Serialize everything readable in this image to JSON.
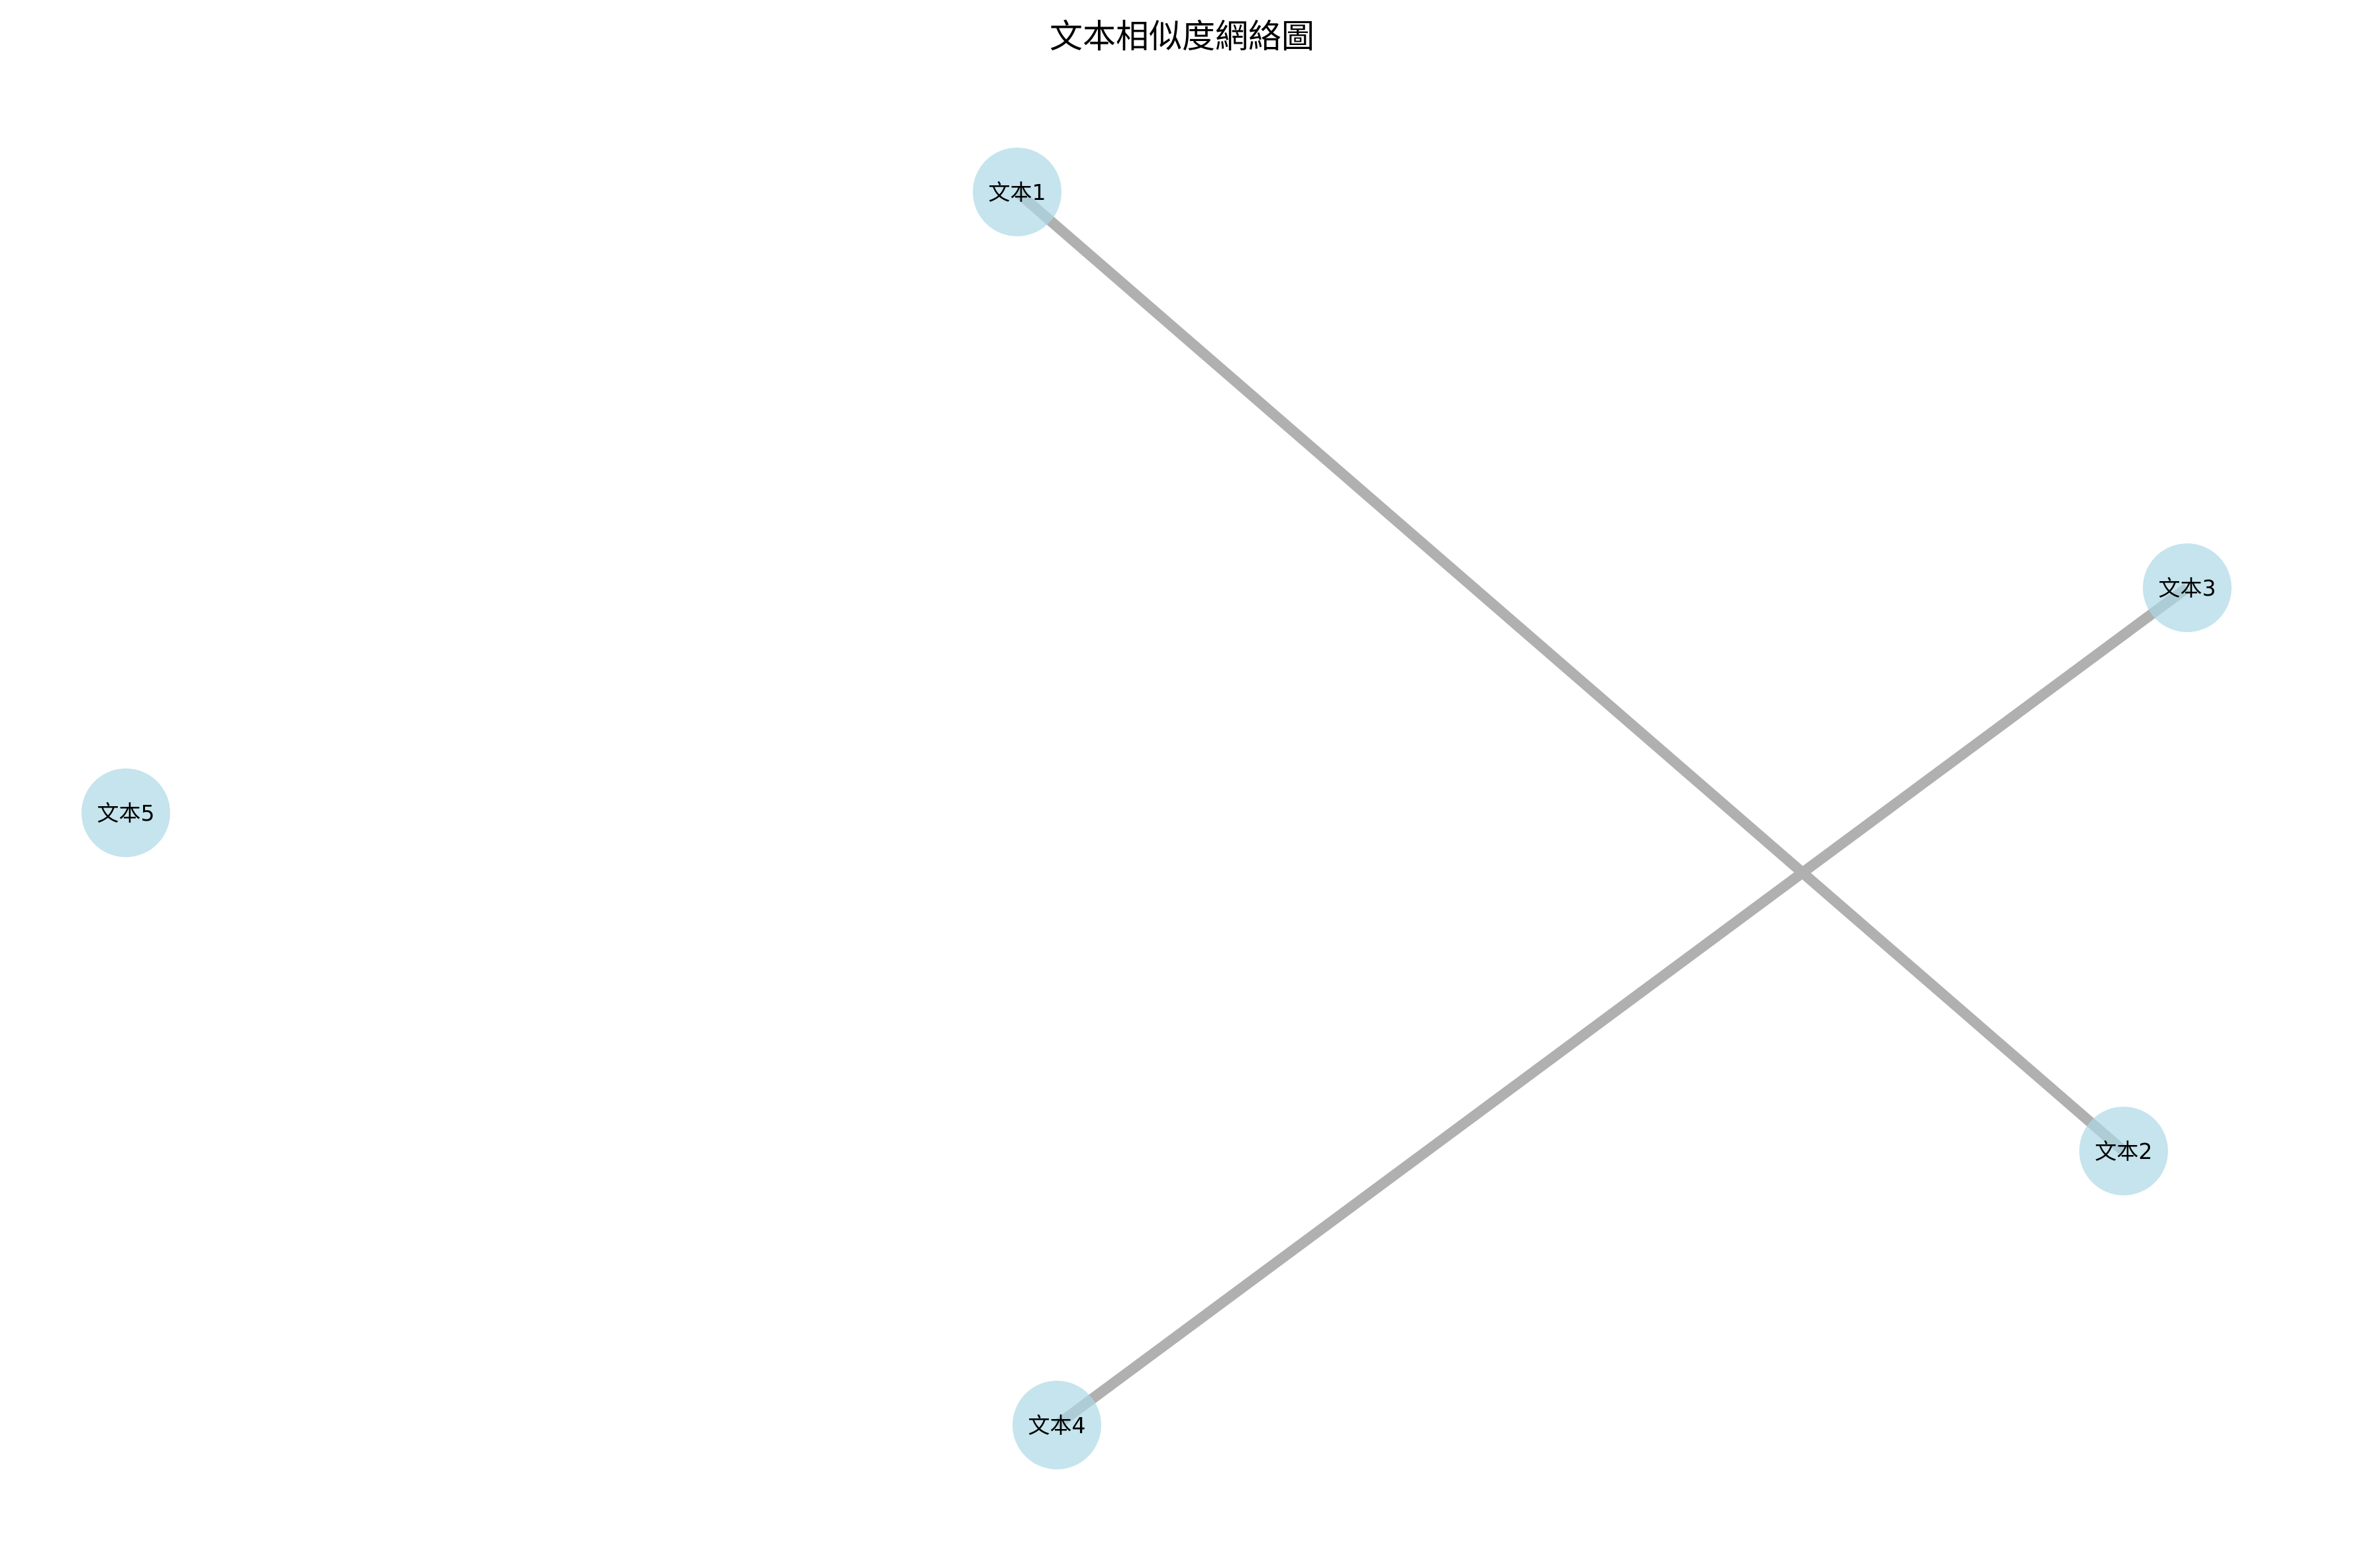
{
  "diagram": {
    "title": "文本相似度網絡圖",
    "colors": {
      "node_fill": "#add8e6",
      "node_opacity": 0.7,
      "edge_color": "#b0b0b0",
      "background": "#ffffff"
    },
    "nodes": [
      {
        "id": "n1",
        "label": "文本1"
      },
      {
        "id": "n2",
        "label": "文本2"
      },
      {
        "id": "n3",
        "label": "文本3"
      },
      {
        "id": "n4",
        "label": "文本4"
      },
      {
        "id": "n5",
        "label": "文本5"
      }
    ],
    "edges": [
      {
        "source": "n1",
        "target": "n2"
      },
      {
        "source": "n3",
        "target": "n4"
      }
    ]
  }
}
